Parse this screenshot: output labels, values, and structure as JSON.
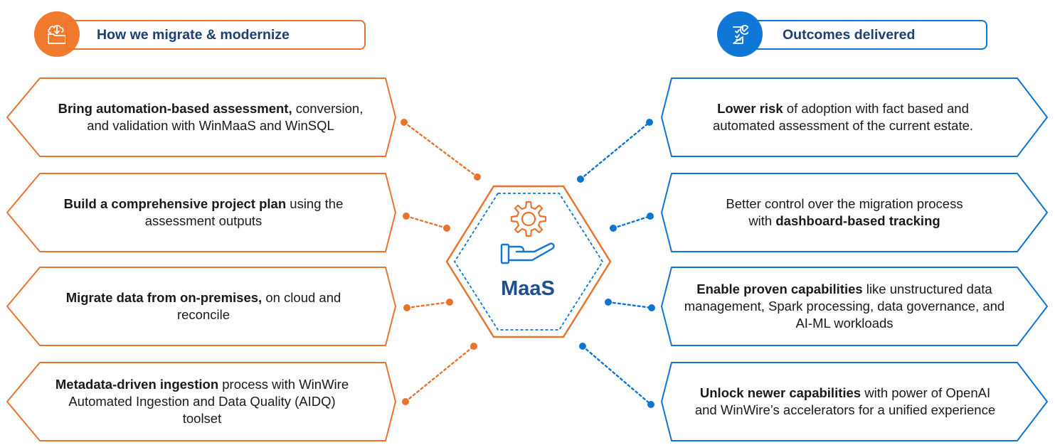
{
  "left_section": {
    "title": "How we migrate & modernize",
    "icon": "cloud-folder-icon",
    "accent_color": "#E8742F",
    "items": [
      {
        "bold": "Bring automation-based assessment,",
        "rest": " conversion, and validation with WinMaaS and WinSQL"
      },
      {
        "bold": "Build a comprehensive project plan",
        "rest": " using the assessment outputs"
      },
      {
        "bold": "Migrate data from on-premises,",
        "rest": " on cloud and reconcile"
      },
      {
        "bold": "Metadata-driven ingestion",
        "rest": " process with WinWire Automated Ingestion and Data Quality (AIDQ) toolset"
      }
    ]
  },
  "right_section": {
    "title": "Outcomes delivered",
    "icon": "checklist-clipboard-icon",
    "accent_color": "#0F75D3",
    "items": [
      {
        "segments": [
          {
            "t": "Lower risk",
            "b": true
          },
          {
            "t": " of adoption with fact based and automated assessment of the current estate.",
            "b": false
          }
        ]
      },
      {
        "segments": [
          {
            "t": "Better control over the migration process with ",
            "b": false
          },
          {
            "t": "dashboard-based tracking",
            "b": true
          }
        ]
      },
      {
        "segments": [
          {
            "t": "Enable proven capabilities",
            "b": true
          },
          {
            "t": " like unstructured data management, Spark processing, data governance, and AI-ML workloads",
            "b": false
          }
        ]
      },
      {
        "segments": [
          {
            "t": "Unlock newer capabilities",
            "b": true
          },
          {
            "t": " with power of OpenAI and WinWire’s accelerators for a unified experience",
            "b": false
          }
        ]
      }
    ]
  },
  "hub": {
    "title": "MaaS",
    "icon": "gear-hand-icon",
    "title_color": "#1D4F8E"
  }
}
